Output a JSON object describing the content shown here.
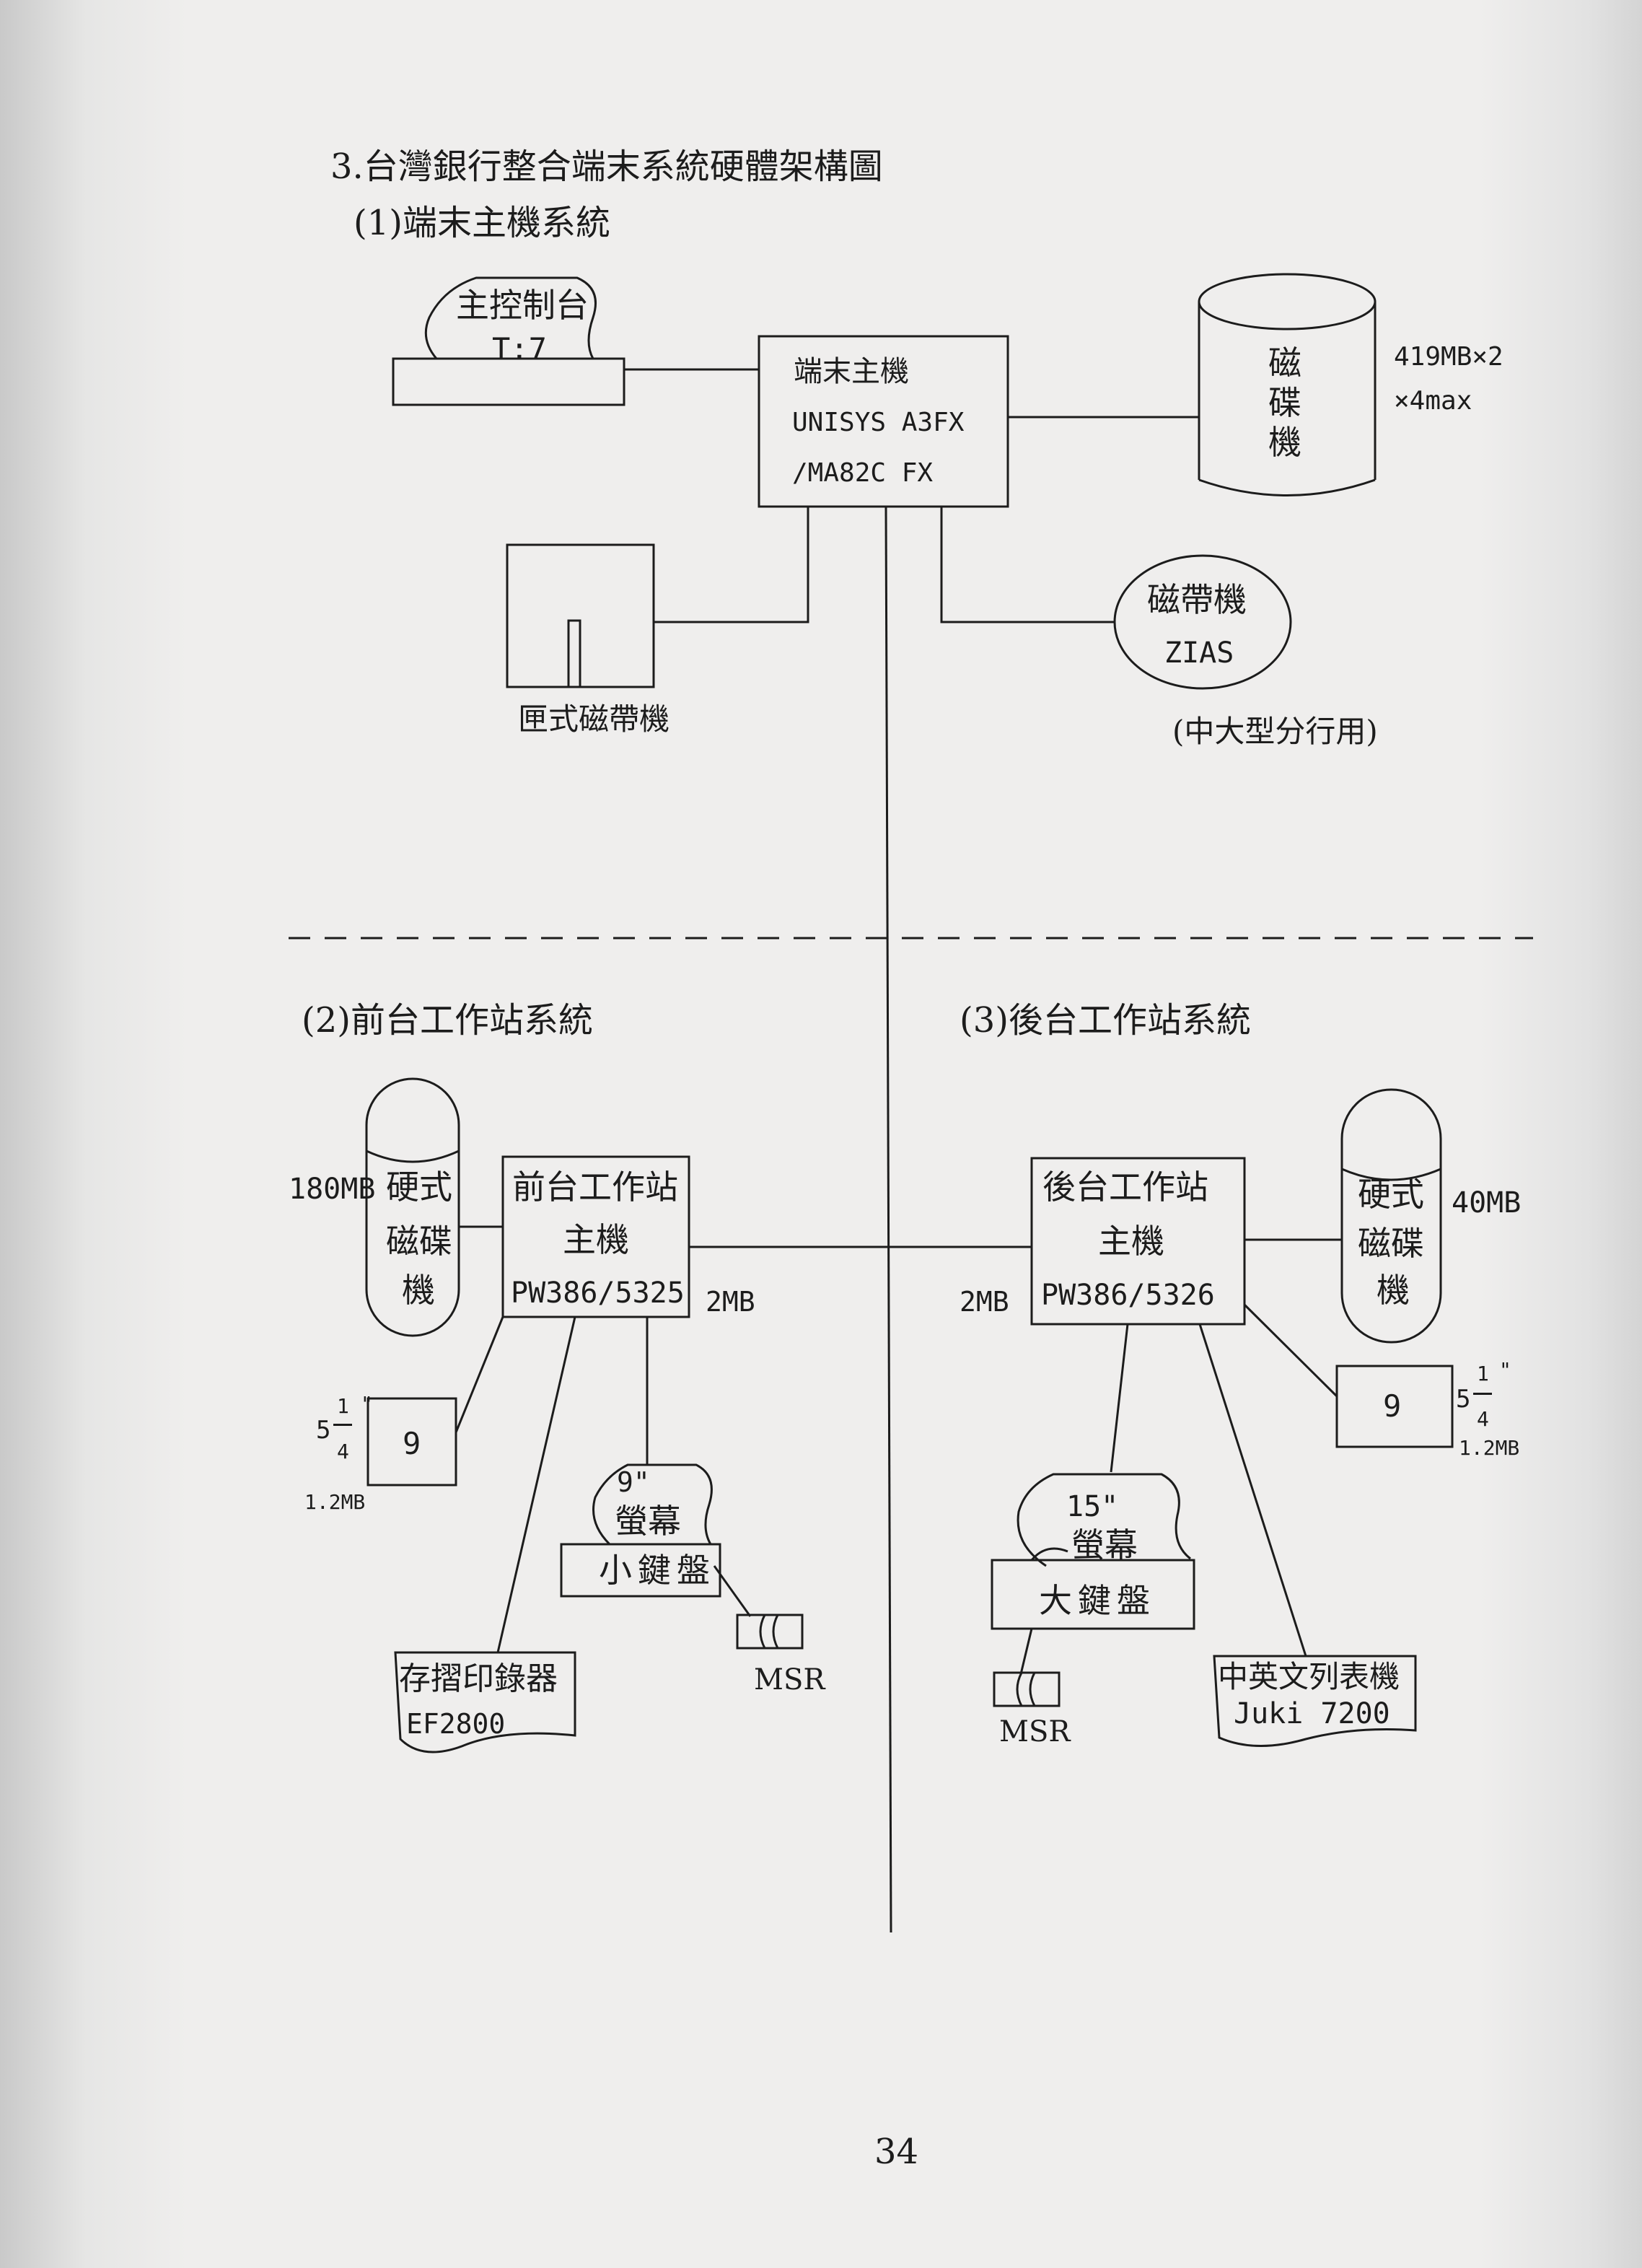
{
  "doc": {
    "title": "3.台灣銀行整合端末系統硬體架構圖",
    "section1": "(1)端末主機系統",
    "section2": "(2)前台工作站系統",
    "section3": "(3)後台工作站系統",
    "page_number": "34"
  },
  "host": {
    "console_line1": "主控制台",
    "console_line2": "T:7",
    "main_line1": "端末主機",
    "main_line2": "UNISYS A3FX",
    "main_line3": "/MA82C FX",
    "disk_label": [
      "磁",
      "碟",
      "機"
    ],
    "disk_cap_line1": "419MB×2",
    "disk_cap_line2": "×4max",
    "cartridge_label": "匣式磁帶機",
    "tape_line1": "磁帶機",
    "tape_line2": "ZIAS",
    "tape_note": "(中大型分行用)"
  },
  "front": {
    "main_line1": "前台工作站",
    "main_line2": "主機",
    "main_line3": "PW386/5325",
    "mem": "2MB",
    "disk_cap": "180MB",
    "disk_line1": "硬式",
    "disk_line2": "磁碟",
    "disk_line3": "機",
    "floppy_label": "9",
    "floppy_whole": "5",
    "floppy_num": "1",
    "floppy_den": "4",
    "floppy_inch": "\"",
    "floppy_cap": "1.2MB",
    "monitor_line1": "9\"",
    "monitor_line2": "螢幕",
    "keyboard": "小鍵盤",
    "msr": "MSR",
    "printer_line1": "存摺印錄器",
    "printer_line2": "EF2800"
  },
  "back": {
    "main_line1": "後台工作站",
    "main_line2": "主機",
    "main_line3": "PW386/5326",
    "mem": "2MB",
    "disk_cap": "40MB",
    "disk_line1": "硬式",
    "disk_line2": "磁碟",
    "disk_line3": "機",
    "floppy_label": "9",
    "floppy_whole": "5",
    "floppy_num": "1",
    "floppy_den": "4",
    "floppy_inch": "\"",
    "floppy_cap": "1.2MB",
    "monitor_line1": "15\"",
    "monitor_line2": "螢幕",
    "keyboard": "大鍵盤",
    "msr": "MSR",
    "printer_line1": "中英文列表機",
    "printer_line2": "Juki 7200"
  }
}
